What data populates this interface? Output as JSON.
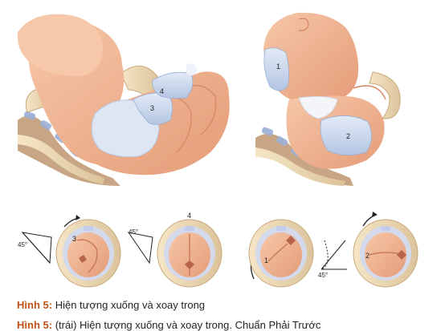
{
  "caption": {
    "label": "Hình 5:",
    "text": "Hiện tượng xuống và xoay trong"
  },
  "caption2": {
    "label": "Hình 5:",
    "text": "(trái) Hiện tượng xuống và xoay trong. Chuẩn Phải Trước"
  },
  "top_left": {
    "labels": [
      "4",
      "3"
    ]
  },
  "top_right": {
    "labels": [
      "1",
      "2"
    ]
  },
  "bottom": {
    "panels": [
      {
        "angle": "45°",
        "number": "3"
      },
      {
        "angle": "45°",
        "number": "4"
      },
      {
        "angle": "45°",
        "number": "1"
      },
      {
        "angle": "",
        "number": "2"
      }
    ]
  },
  "colors": {
    "skin": "#f2b28f",
    "skin_shadow": "#e39a78",
    "head_blue": "#c8d6ec",
    "bone": "#efdcb8",
    "pelvis_blue": "#c3cce8",
    "tissue": "#b58a74"
  }
}
